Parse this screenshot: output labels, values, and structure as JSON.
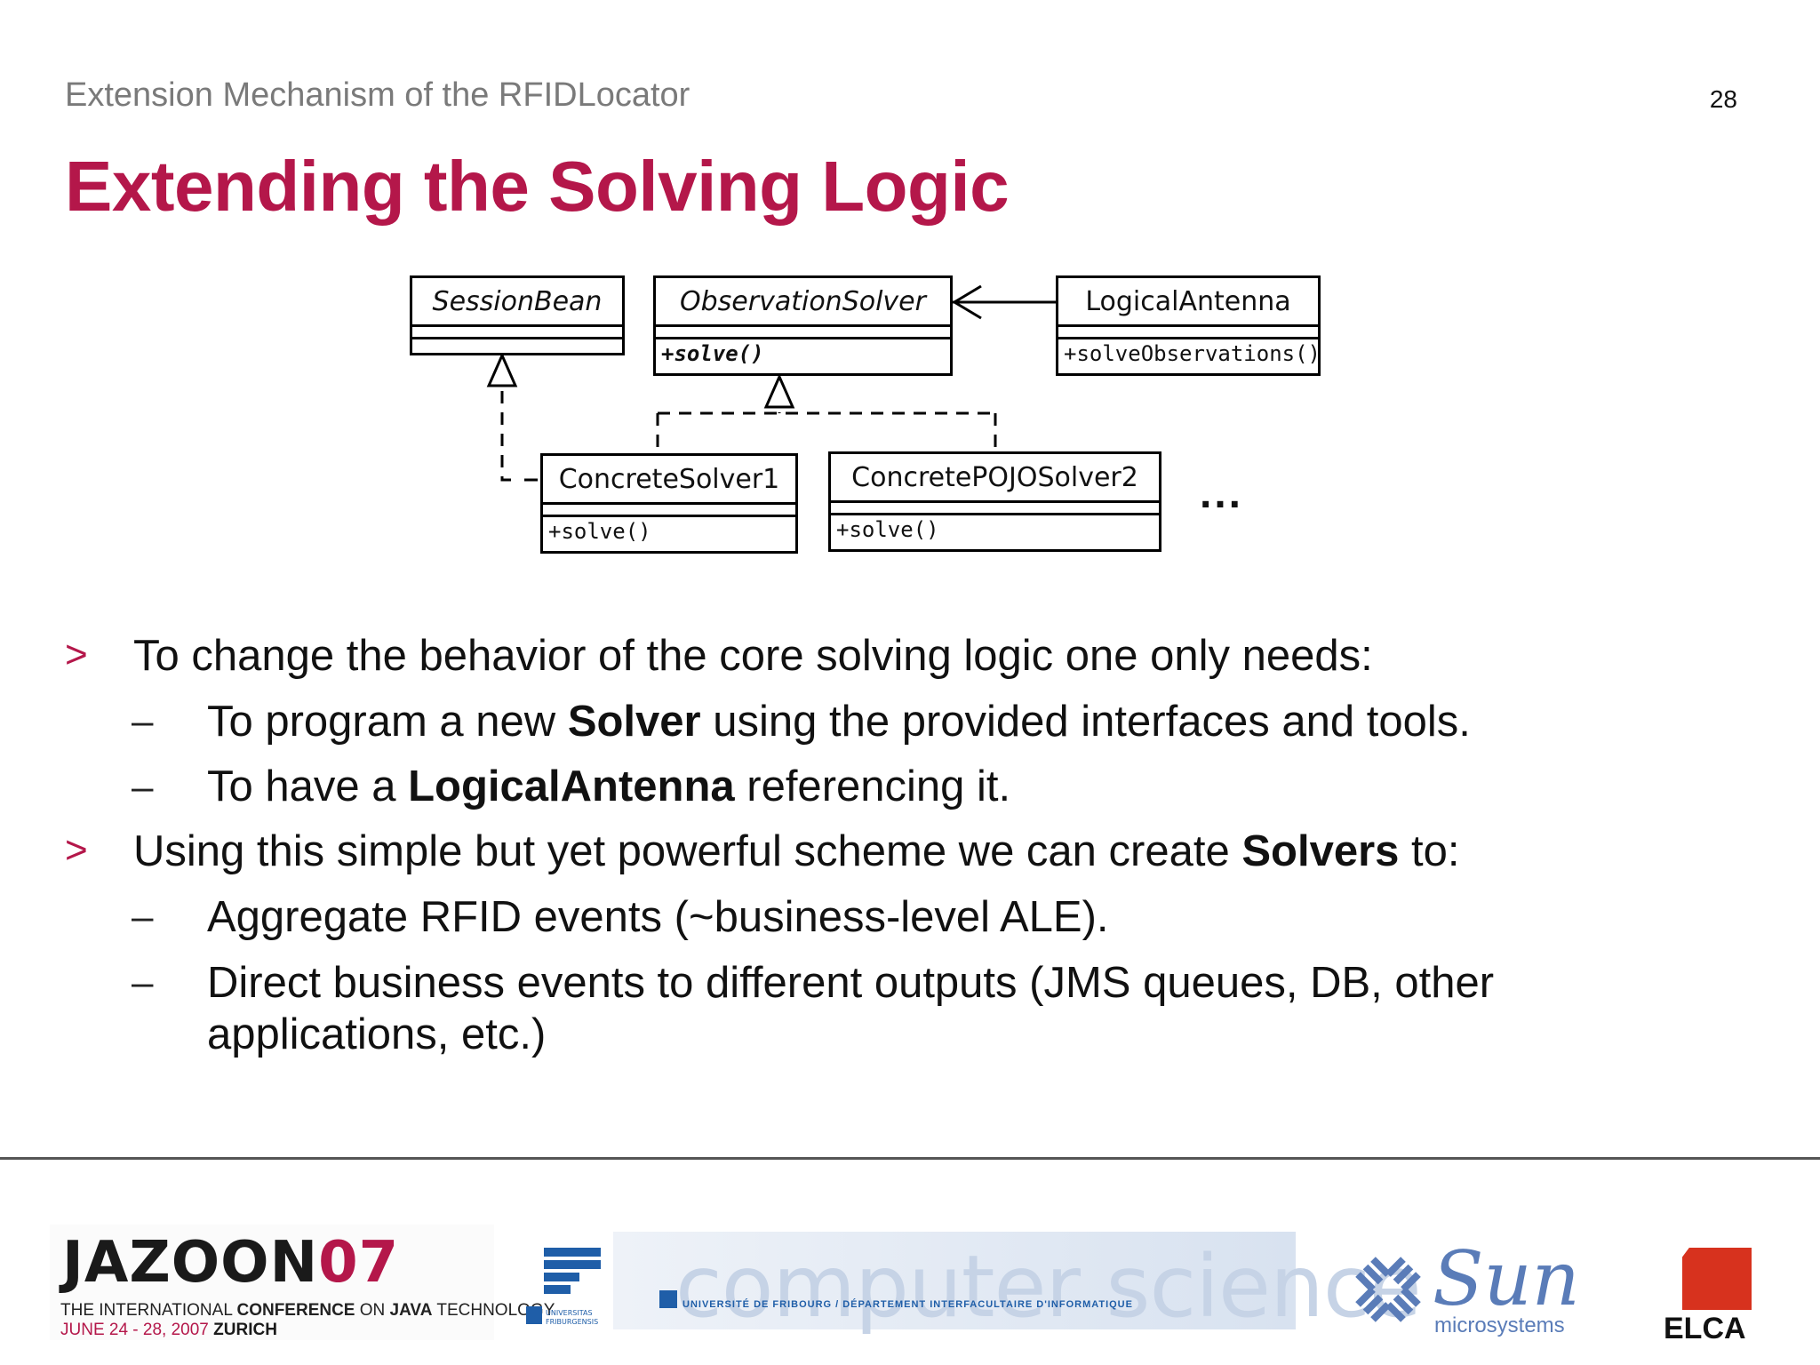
{
  "header": {
    "subtitle": "Extension Mechanism of the RFIDLocator",
    "page_number": "28",
    "title": "Extending the Solving Logic"
  },
  "diagram": {
    "classes": {
      "session_bean": {
        "name": "SessionBean",
        "ops": ""
      },
      "observation_solver": {
        "name": "ObservationSolver",
        "ops": "+solve()"
      },
      "logical_antenna": {
        "name": "LogicalAntenna",
        "ops": "+solveObservations()"
      },
      "concrete_solver1": {
        "name": "ConcreteSolver1",
        "ops": "+solve()"
      },
      "concrete_pojo_solver2": {
        "name": "ConcretePOJOSolver2",
        "ops": "+solve()"
      }
    },
    "ellipsis": "..."
  },
  "bullets": {
    "b1": {
      "marker": ">",
      "text": "To change the behavior of the core solving logic one only needs:"
    },
    "b1_1": {
      "marker": "–",
      "pre": "To program a new ",
      "bold": "Solver",
      "post": " using the provided interfaces and tools."
    },
    "b1_2": {
      "marker": "–",
      "pre": "To have a ",
      "bold": "LogicalAntenna",
      "post": " referencing it."
    },
    "b2": {
      "marker": ">",
      "pre": "Using this simple but yet powerful scheme we can create ",
      "bold": "Solvers",
      "post": " to:"
    },
    "b2_1": {
      "marker": "–",
      "text": "Aggregate RFID events (~business-level ALE)."
    },
    "b2_2": {
      "marker": "–",
      "line1": "Direct business events to different outputs (JMS queues, DB, other",
      "line2": "applications, etc.)"
    }
  },
  "footer": {
    "jazoon": {
      "logo_main": "JAZOON",
      "logo_year": "07",
      "tag_pre": "THE INTERNATIONAL ",
      "tag_b1": "CONFERENCE",
      "tag_mid": " ON ",
      "tag_b2": "JAVA",
      "tag_post": " TECHNOLOGY",
      "date": "JUNE 24 - 28, 2007 ",
      "city": "ZURICH"
    },
    "unifr": {
      "text": "UNIVERSITAS FRIBURGENSIS"
    },
    "cs": {
      "word": "computer science",
      "sub": "UNIVERSITÉ DE FRIBOURG / DÉPARTEMENT INTERFACULTAIRE D'INFORMATIQUE"
    },
    "sun": {
      "word": "Sun",
      "sub": "microsystems"
    },
    "elca": {
      "word": "ELCA"
    }
  },
  "colors": {
    "accent": "#b4174a",
    "sun_blue": "#5a7cb8",
    "elca_red": "#d7321e"
  }
}
